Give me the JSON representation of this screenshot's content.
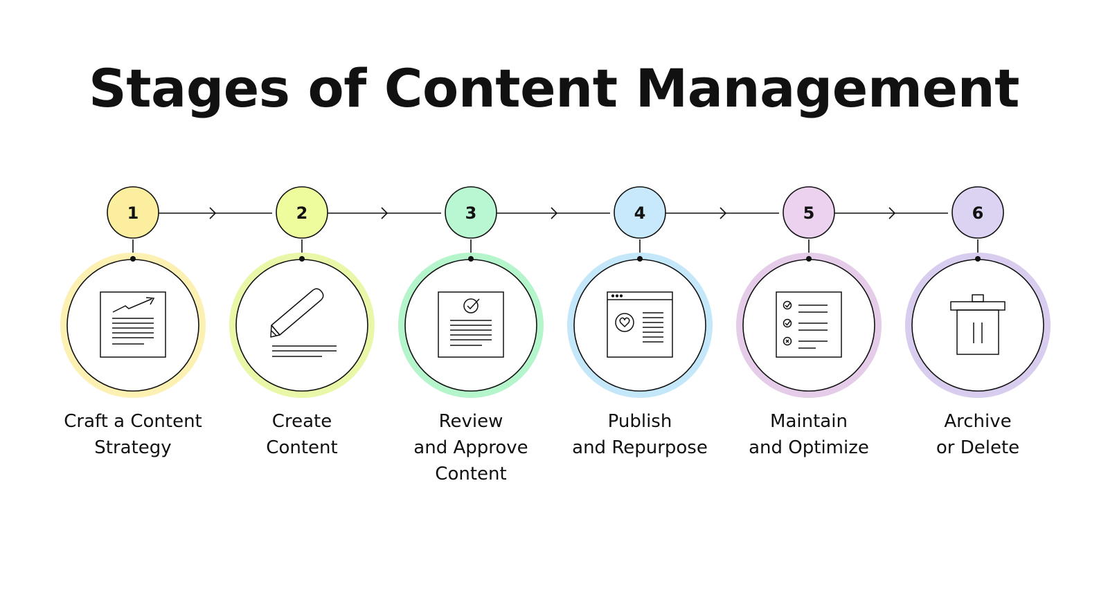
{
  "title": "Stages of Content Management",
  "colors": {
    "line": "#111111",
    "stage1": "#fbef9f",
    "stage1_ring": "#fcf0b3",
    "stage2": "#eefc9e",
    "stage2_ring": "#e8f7a8",
    "stage3": "#b9f7d3",
    "stage3_ring": "#b5f5cb",
    "stage4": "#c8e9fb",
    "stage4_ring": "#c4e8fa",
    "stage5": "#ecd2ee",
    "stage5_ring": "#e5cdea",
    "stage6": "#dcd2f2",
    "stage6_ring": "#d8cdee"
  },
  "stages": [
    {
      "number": "1",
      "label_lines": [
        "Craft a Content",
        "Strategy"
      ],
      "icon": "strategy-chart-icon"
    },
    {
      "number": "2",
      "label_lines": [
        "Create",
        "Content"
      ],
      "icon": "pencil-write-icon"
    },
    {
      "number": "3",
      "label_lines": [
        "Review",
        "and Approve",
        "Content"
      ],
      "icon": "document-approve-icon"
    },
    {
      "number": "4",
      "label_lines": [
        "Publish",
        "and Repurpose"
      ],
      "icon": "browser-publish-icon"
    },
    {
      "number": "5",
      "label_lines": [
        "Maintain",
        "and Optimize"
      ],
      "icon": "checklist-icon"
    },
    {
      "number": "6",
      "label_lines": [
        "Archive",
        "or Delete"
      ],
      "icon": "trash-icon"
    }
  ]
}
